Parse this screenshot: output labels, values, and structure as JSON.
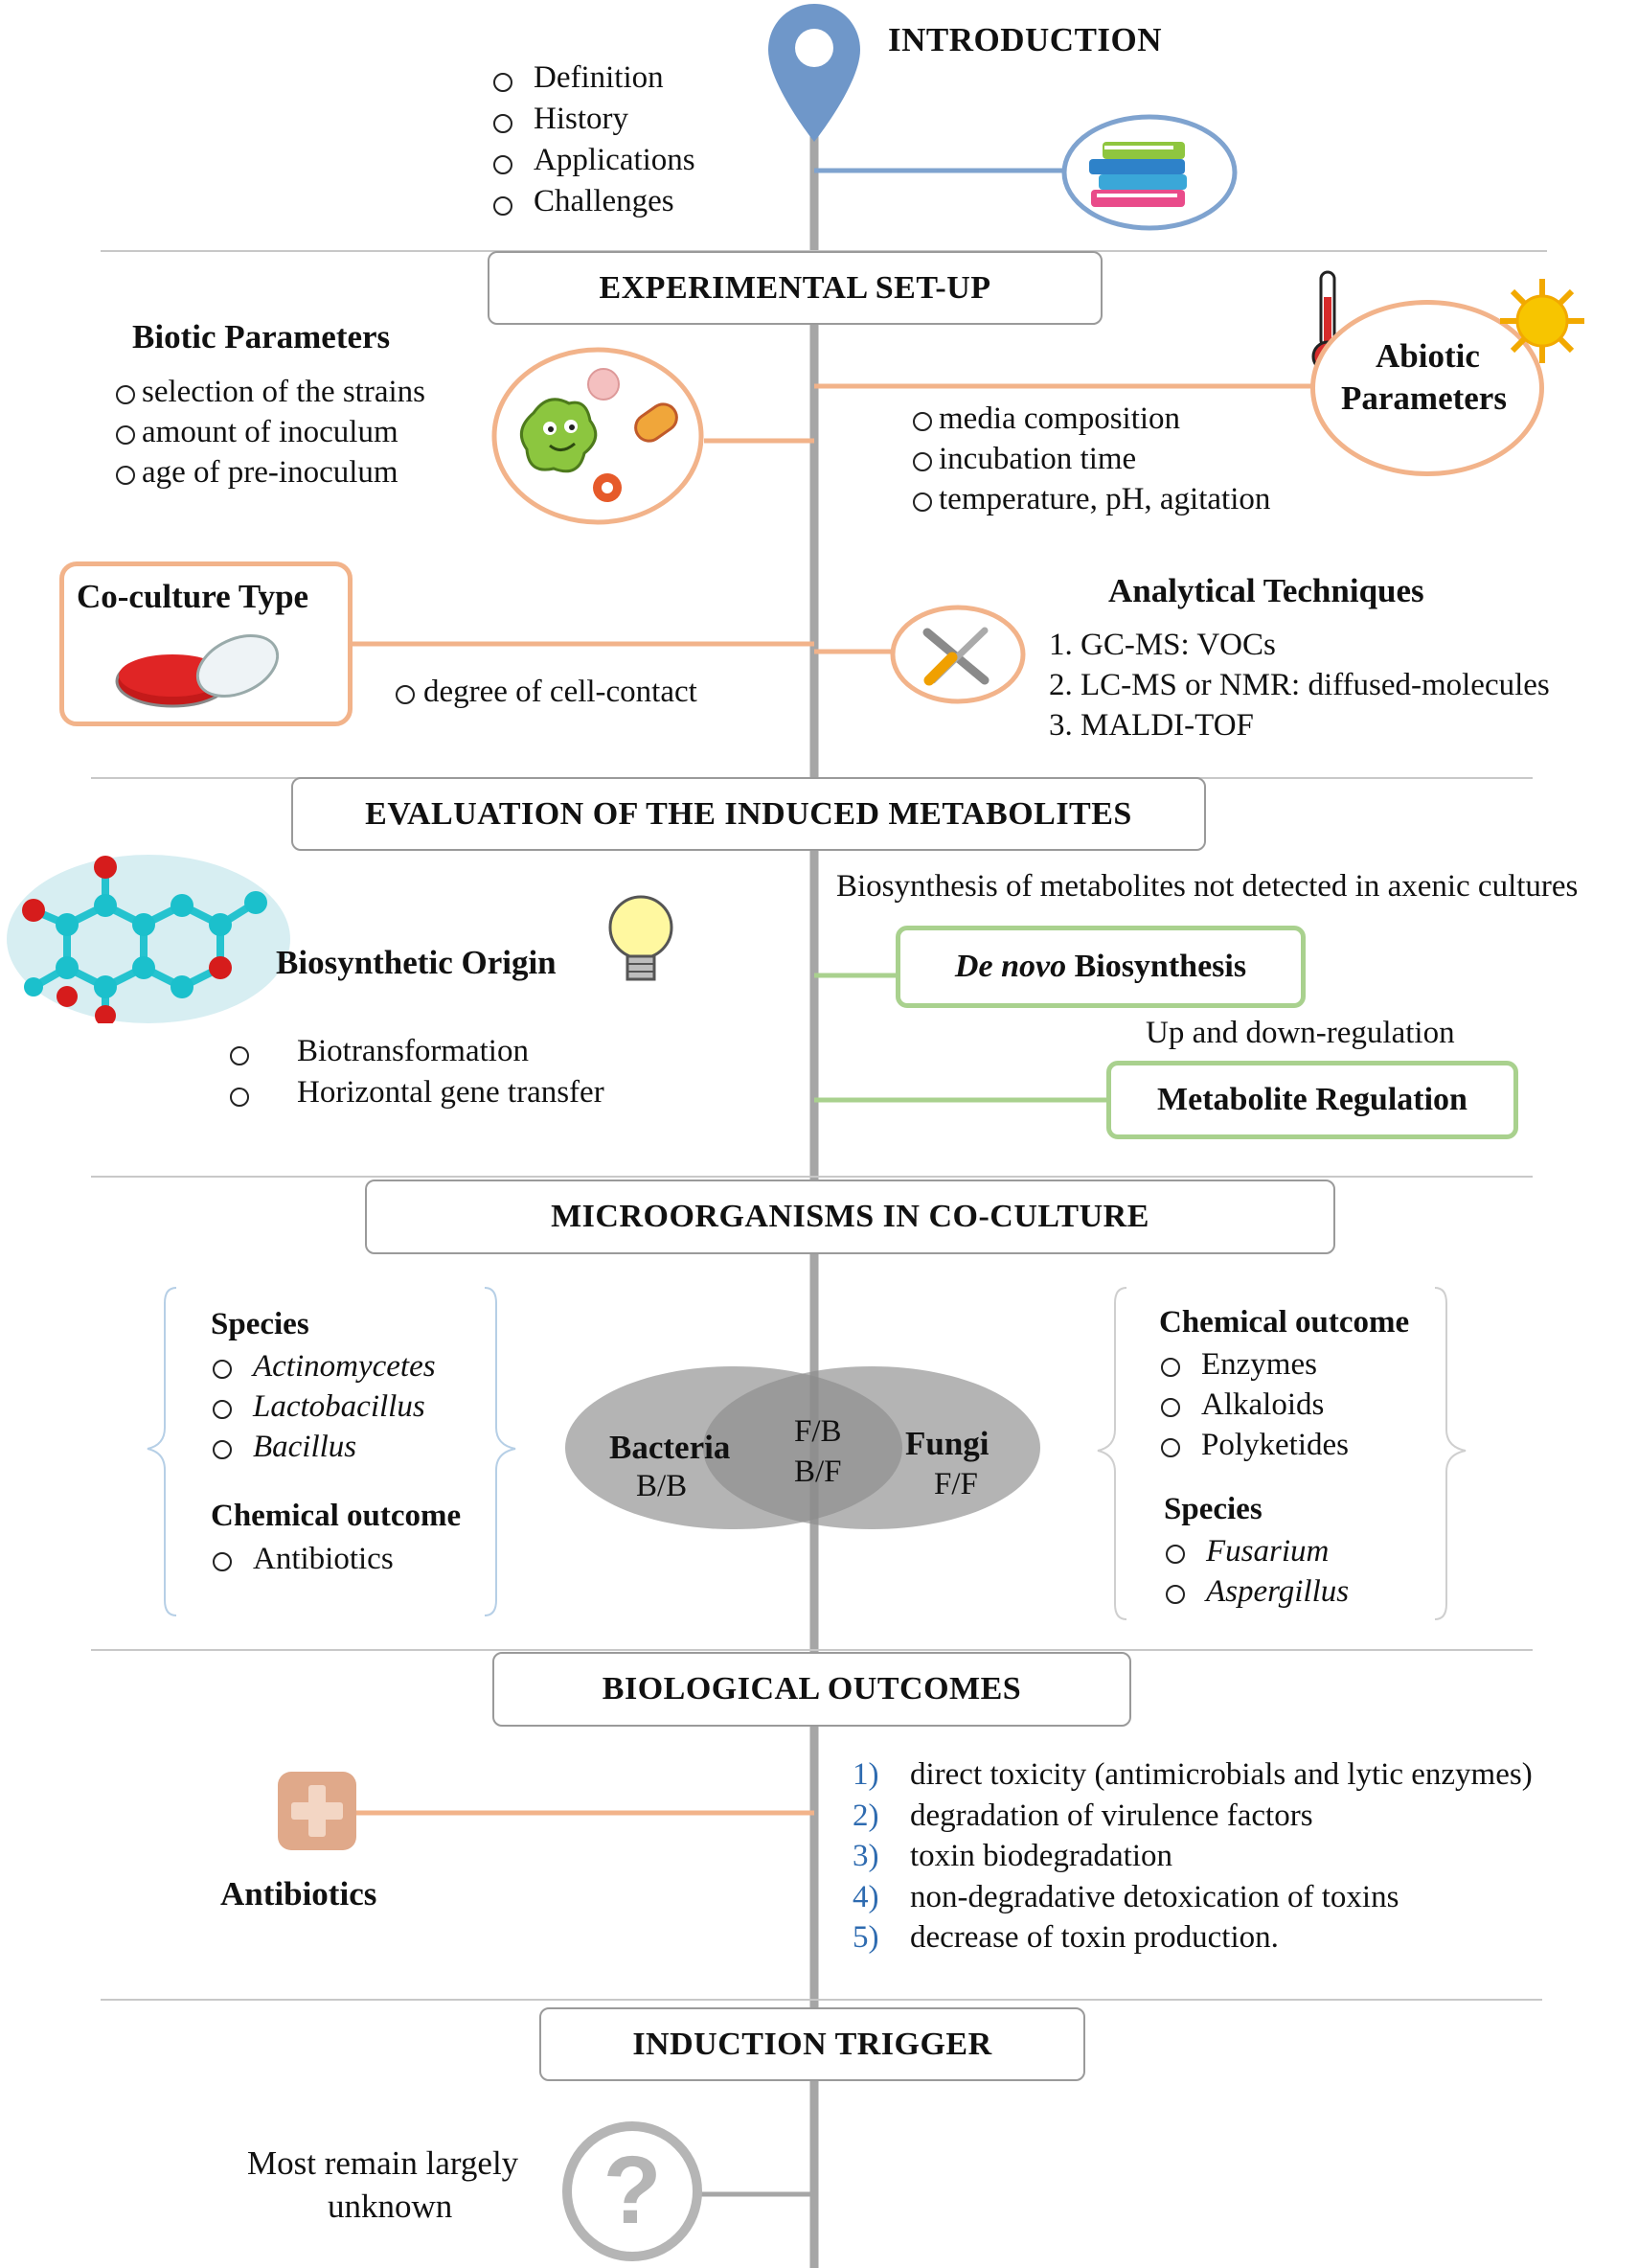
{
  "intro": {
    "title": "INTRODUCTION",
    "items": [
      "Definition",
      "History",
      "Applications",
      "Challenges"
    ]
  },
  "setup": {
    "title": "EXPERIMENTAL SET-UP",
    "biotic": {
      "title": "Biotic Parameters",
      "items": [
        "selection of the strains",
        "amount of inoculum",
        "age of pre-inoculum"
      ]
    },
    "abiotic": {
      "title_line1": "Abiotic",
      "title_line2": "Parameters",
      "items": [
        "media composition",
        "incubation time",
        "temperature, pH, agitation"
      ]
    },
    "coculture": {
      "title": "Co-culture Type",
      "item": "degree of cell-contact"
    },
    "analytical": {
      "title": "Analytical Techniques",
      "items": [
        "1. GC-MS: VOCs",
        "2. LC-MS or NMR: diffused-molecules",
        "3. MALDI-TOF"
      ]
    }
  },
  "evaluation": {
    "title": "EVALUATION OF THE INDUCED METABOLITES",
    "origin": {
      "title": "Biosynthetic Origin",
      "items": [
        "Biotransformation",
        "Horizontal gene transfer"
      ]
    },
    "denovo_caption": "Biosynthesis of metabolites not detected in axenic cultures",
    "denovo_italic": "De novo",
    "denovo_rest": " Biosynthesis",
    "regulation_caption": "Up and down-regulation",
    "regulation_label": "Metabolite Regulation"
  },
  "microorganisms": {
    "title": "MICROORGANISMS IN CO-CULTURE",
    "left": {
      "species_title": "Species",
      "species": [
        "Actinomycetes",
        "Lactobacillus",
        "Bacillus"
      ],
      "chem_title": "Chemical outcome",
      "chem": [
        "Antibiotics"
      ]
    },
    "venn": {
      "bacteria": "Bacteria",
      "bb": "B/B",
      "fb": "F/B",
      "bf": "B/F",
      "fungi": "Fungi",
      "ff": "F/F"
    },
    "right": {
      "chem_title": "Chemical outcome",
      "chem": [
        "Enzymes",
        "Alkaloids",
        "Polyketides"
      ],
      "species_title": "Species",
      "species": [
        "Fusarium",
        "Aspergillus"
      ]
    }
  },
  "biological": {
    "title": "BIOLOGICAL OUTCOMES",
    "label": "Antibiotics",
    "numbers": [
      "1)",
      "2)",
      "3)",
      "4)",
      "5)"
    ],
    "items": [
      "direct toxicity (antimicrobials and lytic enzymes)",
      "degradation of virulence factors",
      "toxin biodegradation",
      "non-degradative detoxication of toxins",
      "decrease of toxin production."
    ]
  },
  "trigger": {
    "title": "INDUCTION TRIGGER",
    "line1": "Most remain largely",
    "line2": "unknown"
  },
  "colors": {
    "axis": "#a6a6a6",
    "orange": "#f2b38a",
    "green": "#a9d18e",
    "blue_pin": "#6f97c9",
    "venn": "#8c8c8c"
  },
  "icons": [
    "location-pin-icon",
    "books-icon",
    "microbes-icon",
    "thermometer-icon",
    "sun-icon",
    "petri-dish-icon",
    "tools-icon",
    "molecule-icon",
    "lightbulb-icon",
    "medical-cross-icon",
    "question-mark-icon"
  ]
}
